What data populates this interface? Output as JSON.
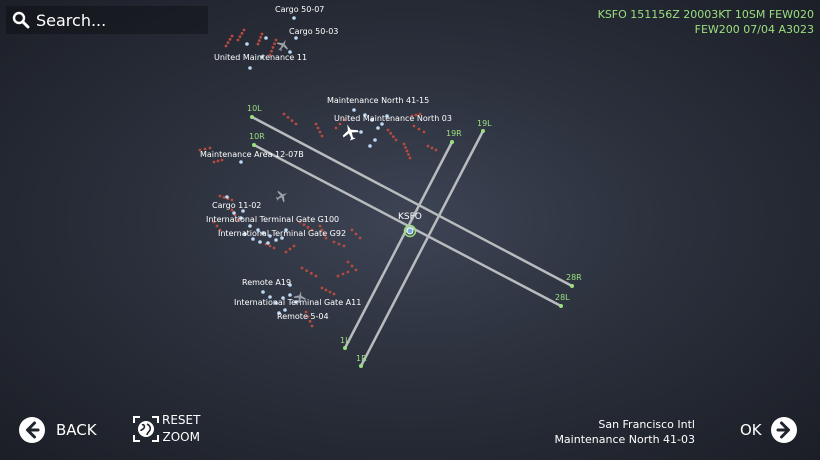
{
  "search": {
    "placeholder": "Search..."
  },
  "metar": {
    "line1": "KSFO 151156Z 20003KT 10SM FEW020",
    "line2": "FEW200 07/04 A3023"
  },
  "airport": {
    "code": "KSFO",
    "name": "San Francisco Intl",
    "selected_stand": "Maintenance North 41-03"
  },
  "buttons": {
    "back": "BACK",
    "reset_line1": "RESET",
    "reset_line2": "ZOOM",
    "ok": "OK"
  },
  "runways": [
    {
      "ends": [
        "10L",
        "28R"
      ]
    },
    {
      "ends": [
        "10R",
        "28L"
      ]
    },
    {
      "ends": [
        "19R",
        "1L"
      ]
    },
    {
      "ends": [
        "19L",
        "1R"
      ]
    }
  ],
  "stands": [
    "Cargo 50-07",
    "Cargo 50-03",
    "United Maintenance 11",
    "Maintenance North 41-15",
    "United Maintenance North 03",
    "Maintenance Area 12-07B",
    "Cargo 11-02",
    "International Terminal Gate G100",
    "International Terminal Gate G92",
    "Remote A19",
    "International Terminal Gate A11",
    "Remote 5-04"
  ],
  "colors": {
    "accent_green": "#9be07f",
    "runway": "#b9bcbf",
    "stand_dot": "#bcd8f2",
    "taxi_marker": "#b84a3e"
  },
  "icons": {
    "search": "search-icon",
    "back": "arrow-left-icon",
    "reset": "globe-icon",
    "ok": "arrow-right-icon",
    "airport": "airport-marker-icon",
    "aircraft": "aircraft-icon"
  }
}
